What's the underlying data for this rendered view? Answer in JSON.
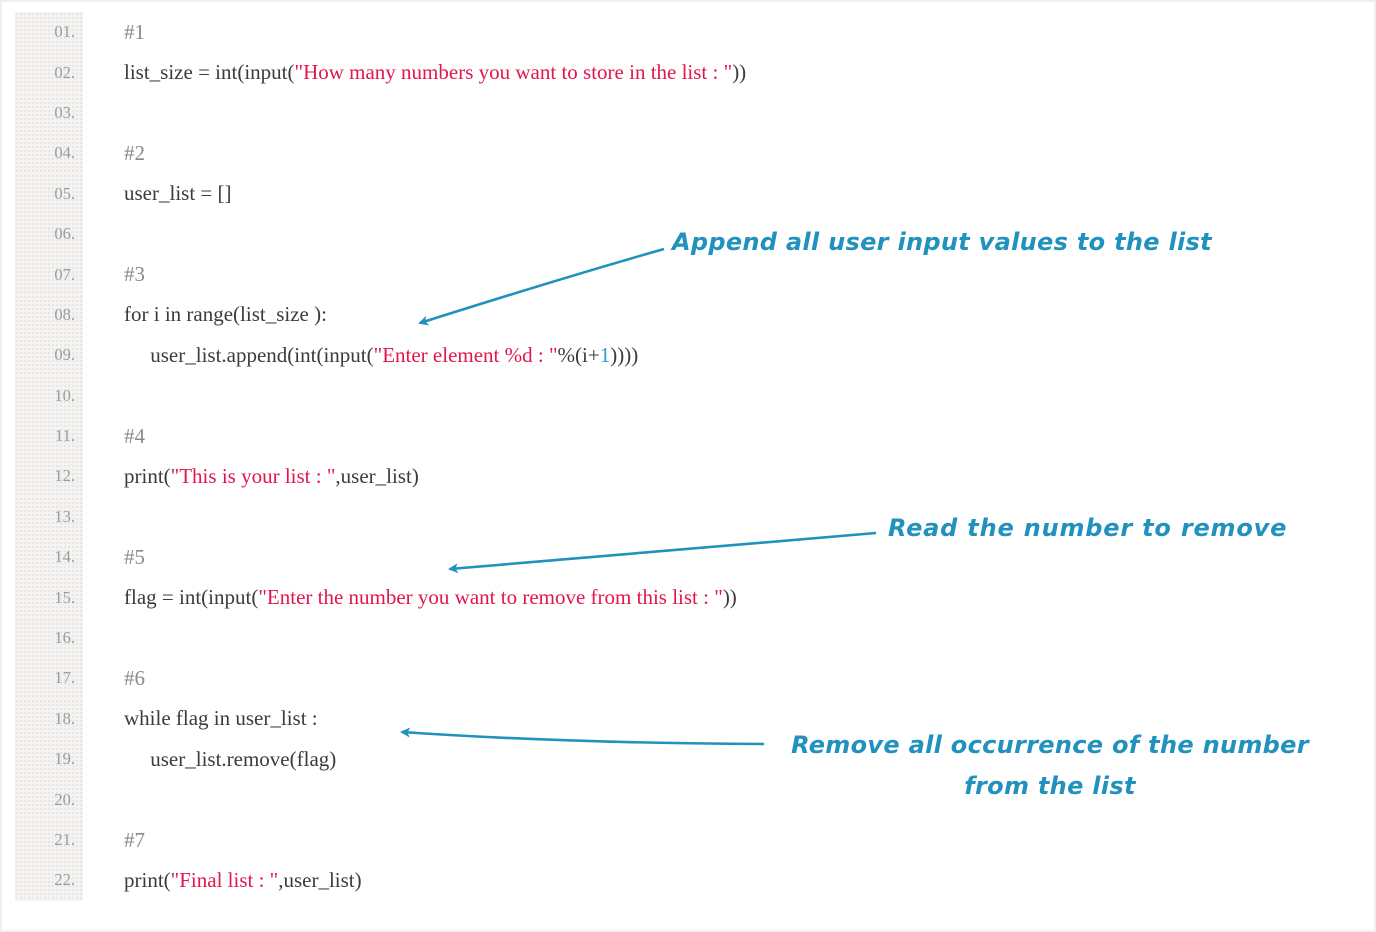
{
  "colors": {
    "annotation_blue": "#2191bd",
    "string_red": "#e2164c",
    "code_text": "#3b3b3b",
    "comment_gray": "#8a8a8a",
    "line_number_gray": "#9b9b9b",
    "gutter_bg": "#f4f3f1",
    "number_literal_blue": "#2b9ec9"
  },
  "code_block": {
    "lines": [
      {
        "number": "01.",
        "segments": [
          {
            "type": "comment",
            "text": "#1"
          }
        ]
      },
      {
        "number": "02.",
        "segments": [
          {
            "type": "code",
            "text": "list_size = int(input("
          },
          {
            "type": "string",
            "text": "\"How many numbers you want to store in the list : \""
          },
          {
            "type": "code",
            "text": "))"
          }
        ]
      },
      {
        "number": "03.",
        "segments": []
      },
      {
        "number": "04.",
        "segments": [
          {
            "type": "comment",
            "text": "#2"
          }
        ]
      },
      {
        "number": "05.",
        "segments": [
          {
            "type": "code",
            "text": "user_list = []"
          }
        ]
      },
      {
        "number": "06.",
        "segments": []
      },
      {
        "number": "07.",
        "segments": [
          {
            "type": "comment",
            "text": "#3"
          }
        ]
      },
      {
        "number": "08.",
        "segments": [
          {
            "type": "code",
            "text": "for i in range(list_size ):"
          }
        ]
      },
      {
        "number": "09.",
        "segments": [
          {
            "type": "code",
            "text": "     user_list.append(int(input("
          },
          {
            "type": "string",
            "text": "\"Enter element %d : \""
          },
          {
            "type": "code",
            "text": "%(i+"
          },
          {
            "type": "number",
            "text": "1"
          },
          {
            "type": "code",
            "text": "))))"
          }
        ]
      },
      {
        "number": "10.",
        "segments": []
      },
      {
        "number": "11.",
        "segments": [
          {
            "type": "comment",
            "text": "#4"
          }
        ]
      },
      {
        "number": "12.",
        "segments": [
          {
            "type": "code",
            "text": "print("
          },
          {
            "type": "string",
            "text": "\"This is your list : \""
          },
          {
            "type": "code",
            "text": ",user_list)"
          }
        ]
      },
      {
        "number": "13.",
        "segments": []
      },
      {
        "number": "14.",
        "segments": [
          {
            "type": "comment",
            "text": "#5"
          }
        ]
      },
      {
        "number": "15.",
        "segments": [
          {
            "type": "code",
            "text": "flag = int(input("
          },
          {
            "type": "string",
            "text": "\"Enter the number you want to remove from this list : \""
          },
          {
            "type": "code",
            "text": "))"
          }
        ]
      },
      {
        "number": "16.",
        "segments": []
      },
      {
        "number": "17.",
        "segments": [
          {
            "type": "comment",
            "text": "#6"
          }
        ]
      },
      {
        "number": "18.",
        "segments": [
          {
            "type": "code",
            "text": "while flag in user_list :"
          }
        ]
      },
      {
        "number": "19.",
        "segments": [
          {
            "type": "code",
            "text": "     user_list.remove(flag)"
          }
        ]
      },
      {
        "number": "20.",
        "segments": []
      },
      {
        "number": "21.",
        "segments": [
          {
            "type": "comment",
            "text": "#7"
          }
        ]
      },
      {
        "number": "22.",
        "segments": [
          {
            "type": "code",
            "text": "print("
          },
          {
            "type": "string",
            "text": "\"Final list : \""
          },
          {
            "type": "code",
            "text": ",user_list)"
          }
        ]
      }
    ]
  },
  "annotations": [
    {
      "text": "Append all user input values to the list"
    },
    {
      "text": "Read the number to remove"
    },
    {
      "line1": "Remove all occurrence of the number",
      "line2": "from the list"
    }
  ]
}
